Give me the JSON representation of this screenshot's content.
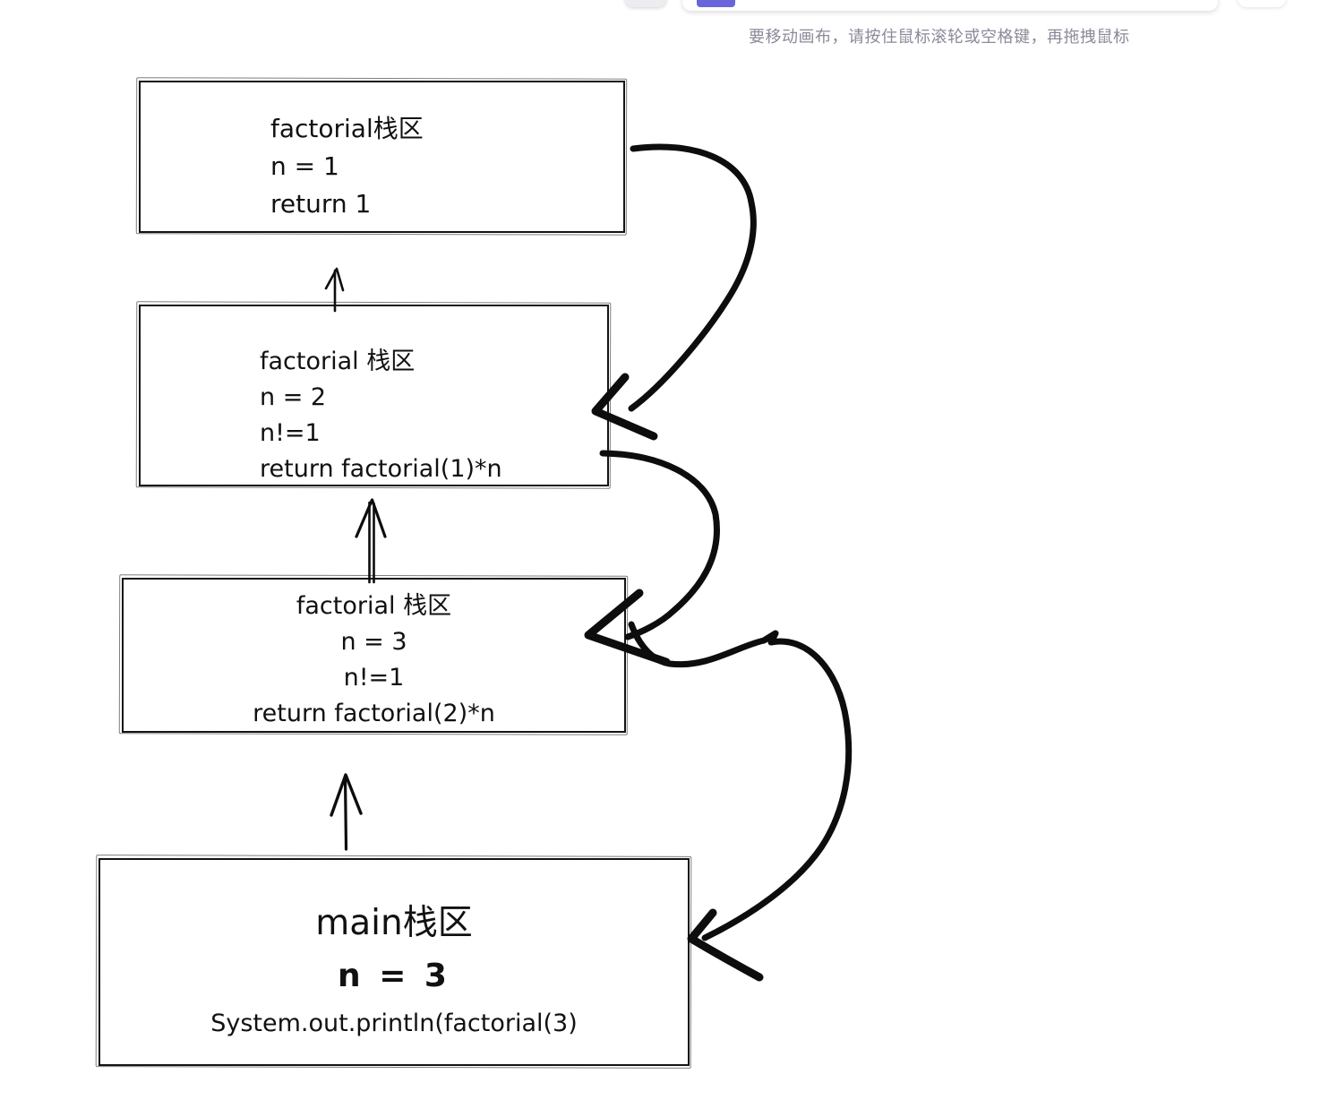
{
  "app": {
    "canvas_hint": "要移动画布，请按住鼠标滚轮或空格键，再拖拽鼠标",
    "active_tool_color": "#6965db"
  },
  "diagram": {
    "ink_color": "#0d0d0d",
    "frames": [
      {
        "title": "factorial栈区",
        "lines": [
          "n = 1",
          "return 1"
        ]
      },
      {
        "title": "factorial 栈区",
        "lines": [
          "n = 2",
          "n!=1",
          "return factorial(1)*n"
        ]
      },
      {
        "title": "factorial 栈区",
        "lines": [
          "n = 3",
          "n!=1",
          "return factorial(2)*n"
        ]
      },
      {
        "title": "main栈区",
        "lines": [
          "n = 3",
          "System.out.println(factorial(3)"
        ]
      }
    ]
  }
}
